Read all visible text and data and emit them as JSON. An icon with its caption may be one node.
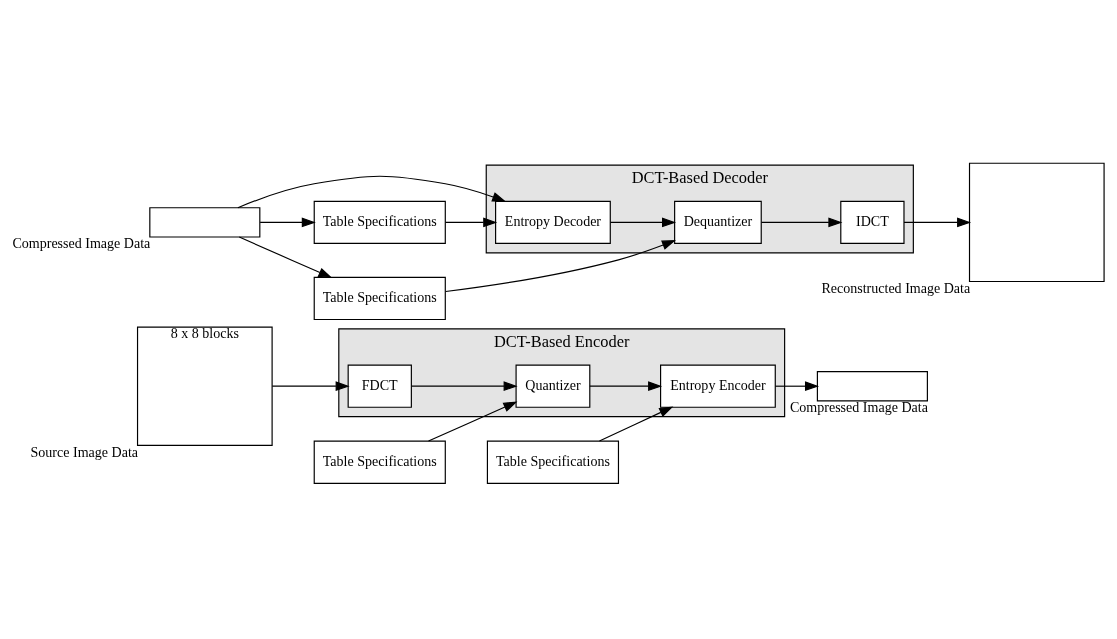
{
  "diagram": {
    "nodes": [
      {
        "text": [
          "8 x 8 blocks"
        ],
        "beside": [
          "Source Image Data"
        ]
      },
      {
        "text": [
          "DCT-Based Encoder"
        ]
      },
      {
        "text": [
          "FDCT"
        ],
        "in": 1
      },
      {
        "text": [
          "Quantizer"
        ],
        "in": 1
      },
      {
        "text": [
          "Entropy Encoder"
        ],
        "in": 1
      },
      {
        "text": [],
        "shape": "box",
        "beside": [
          "Compressed Image Data"
        ]
      },
      {
        "text": [
          "Table Specifications"
        ]
      },
      {
        "text": [
          "Table Specifications"
        ]
      },
      {
        "text": [
          "DCT-Based Decoder"
        ]
      },
      {
        "text": [],
        "shape": "box",
        "beside": [
          "Compressed Image Data"
        ]
      },
      {
        "text": [
          "Entropy Decoder"
        ],
        "in": 8
      },
      {
        "text": [
          "Dequantizer"
        ],
        "in": 8
      },
      {
        "text": [
          "IDCT"
        ],
        "in": 8
      },
      {
        "text": [],
        "shape": "box",
        "beside": [
          "Reconstructed Image Data"
        ]
      },
      {
        "text": [
          "Table Specifications"
        ]
      },
      {
        "text": [
          "Table Specifications"
        ]
      }
    ],
    "edges": [
      {
        "from": 0,
        "to": 2,
        "arrow": "to"
      },
      {
        "from": 2,
        "to": 3,
        "arrow": "to"
      },
      {
        "from": 3,
        "to": 4,
        "arrow": "to"
      },
      {
        "from": 4,
        "to": 5,
        "arrow": "to"
      },
      {
        "from": 6,
        "to": 3,
        "arrow": "to"
      },
      {
        "from": 7,
        "to": 4,
        "arrow": "to"
      },
      {
        "from": 9,
        "to": 10,
        "arrow": "to"
      },
      {
        "from": 9,
        "to": 14,
        "arrow": "to"
      },
      {
        "from": 9,
        "to": 15,
        "arrow": "to"
      },
      {
        "from": 14,
        "to": 10,
        "arrow": "to"
      },
      {
        "from": 15,
        "to": 11,
        "arrow": "to"
      },
      {
        "from": 10,
        "to": 11,
        "arrow": "to"
      },
      {
        "from": 11,
        "to": 12,
        "arrow": "to"
      },
      {
        "from": 12,
        "to": 13,
        "arrow": "to"
      }
    ]
  }
}
